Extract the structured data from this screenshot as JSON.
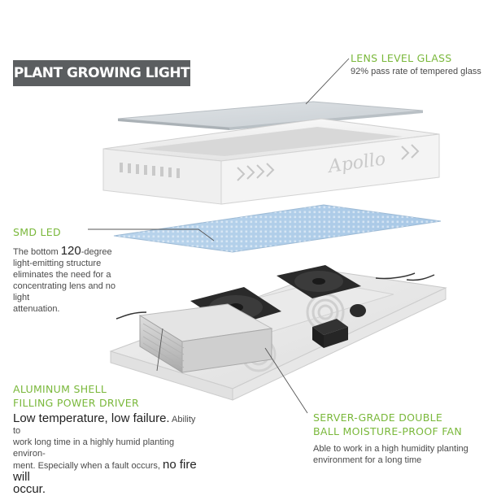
{
  "title": "PLANT GROWING LIGHT",
  "brand_mark": "Apollo",
  "colors": {
    "accent_green": "#7ab83b",
    "title_bg": "#5b5e60",
    "body_text": "#4a4a4a"
  },
  "labels": {
    "lens": {
      "heading": "LENS LEVEL GLASS",
      "text": "92% pass rate of tempered glass"
    },
    "smd": {
      "heading": "SMD LED",
      "line1_pre": "The bottom ",
      "line1_num": "120",
      "line1_post": "-degree",
      "line2": "light-emitting structure",
      "line3": "eliminates the need for a",
      "line4": "concentrating lens and no light",
      "line5": "attenuation."
    },
    "aluminum": {
      "heading1": "ALUMINUM SHELL",
      "heading2": "FILLING POWER DRIVER",
      "lead": "Low temperature, low failure.",
      "line1_post": " Ability to",
      "line2": "work long time in a highly humid planting environ-",
      "line3_pre": "ment. Especially when a fault occurs, ",
      "line3_big": "no fire will",
      "line4": "occur."
    },
    "fan": {
      "heading1": "SERVER-GRADE DOUBLE",
      "heading2": "BALL MOISTURE-PROOF FAN",
      "line1": "Able to work in a high humidity planting",
      "line2": "environment for a long time"
    }
  }
}
